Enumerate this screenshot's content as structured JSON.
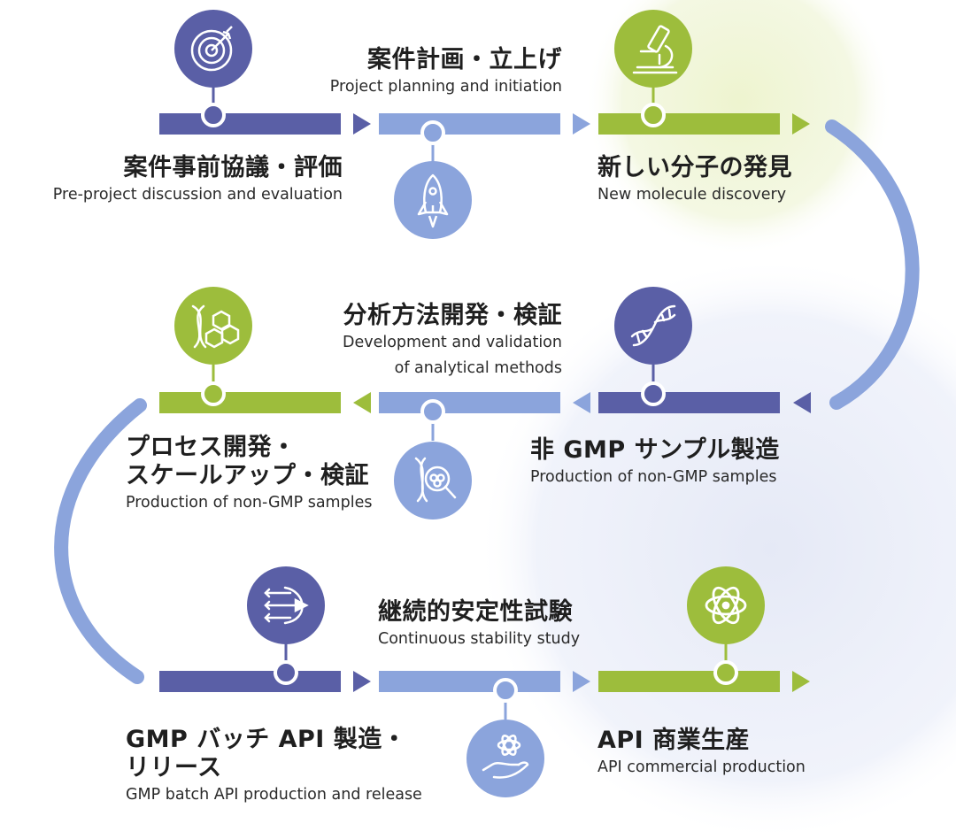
{
  "colors": {
    "navy": "#5a5fa6",
    "periwinkle": "#8ba4dc",
    "green": "#9dbd3c",
    "text": "#1f1f1f"
  },
  "steps": [
    {
      "id": "pre-project",
      "jp": "案件事前協議・評価",
      "en": "Pre-project discussion and evaluation",
      "icon": "target-icon"
    },
    {
      "id": "planning",
      "jp": "案件計画・立上げ",
      "en": "Project planning and initiation",
      "icon": "rocket-icon"
    },
    {
      "id": "discovery",
      "jp": "新しい分子の発見",
      "en": "New molecule discovery",
      "icon": "microscope-icon"
    },
    {
      "id": "non-gmp-samples",
      "jp": "非 GMP サンプル製造",
      "en": "Production of non-GMP samples",
      "icon": "dna-icon"
    },
    {
      "id": "analytical",
      "jp": "分析方法開発・検証",
      "en_lines": [
        "Development and validation",
        "of analytical methods"
      ],
      "icon": "dna-search-icon"
    },
    {
      "id": "process-dev",
      "jp_lines": [
        "プロセス開発・",
        "スケールアップ・検証"
      ],
      "en": "Production of non-GMP samples",
      "icon": "dna-molecule-icon"
    },
    {
      "id": "gmp-batch",
      "jp_lines": [
        "GMP バッチ API 製造・",
        "リリース"
      ],
      "en": "GMP batch API production and release",
      "icon": "arrows-bow-icon"
    },
    {
      "id": "stability",
      "jp": "継続的安定性試験",
      "en": "Continuous stability study",
      "icon": "hand-atom-icon"
    },
    {
      "id": "commercial",
      "jp": "API 商業生産",
      "en": "API commercial production",
      "icon": "atom-icon"
    }
  ]
}
